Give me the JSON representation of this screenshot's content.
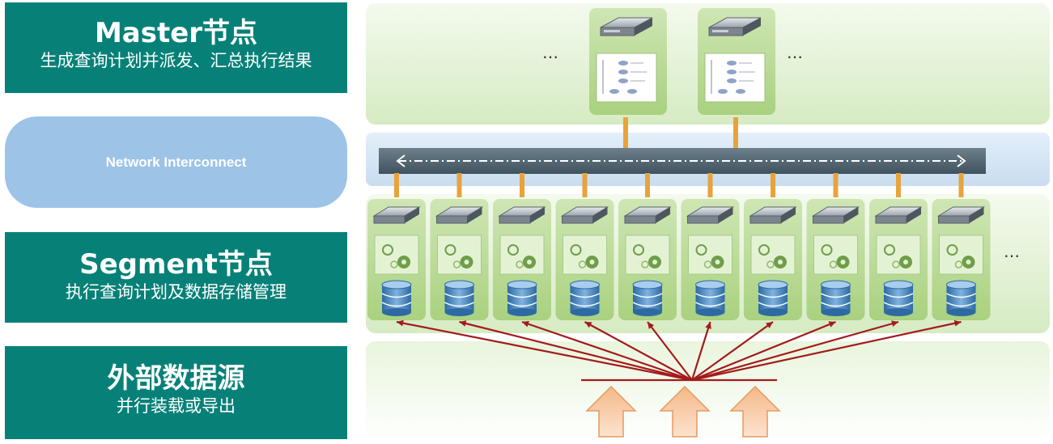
{
  "master": {
    "title": "Master节点",
    "subtitle": "生成查询计划并派发、汇总执行结果"
  },
  "network": {
    "label": "Network Interconnect"
  },
  "segment": {
    "title": "Segment节点",
    "subtitle": "执行查询计划及数据存储管理"
  },
  "external": {
    "title": "外部数据源",
    "subtitle": "并行装载或导出"
  },
  "diagram": {
    "ellipsis": "…",
    "master_node_count": 2,
    "segment_node_count": 10,
    "upload_arrow_count": 3,
    "icons": [
      "server-icon",
      "query-plan-icon",
      "gears-icon",
      "database-icon"
    ]
  },
  "colors": {
    "teal": "#078178",
    "network_blue": "#9dc3e6",
    "panel_green": "#d7ecc4",
    "node_green": "#b7d98e",
    "connector_orange": "#e8a33c",
    "bus_gray": "#546874",
    "arrow_red": "#a31b1b",
    "upload_peach": "#f7caa5"
  }
}
